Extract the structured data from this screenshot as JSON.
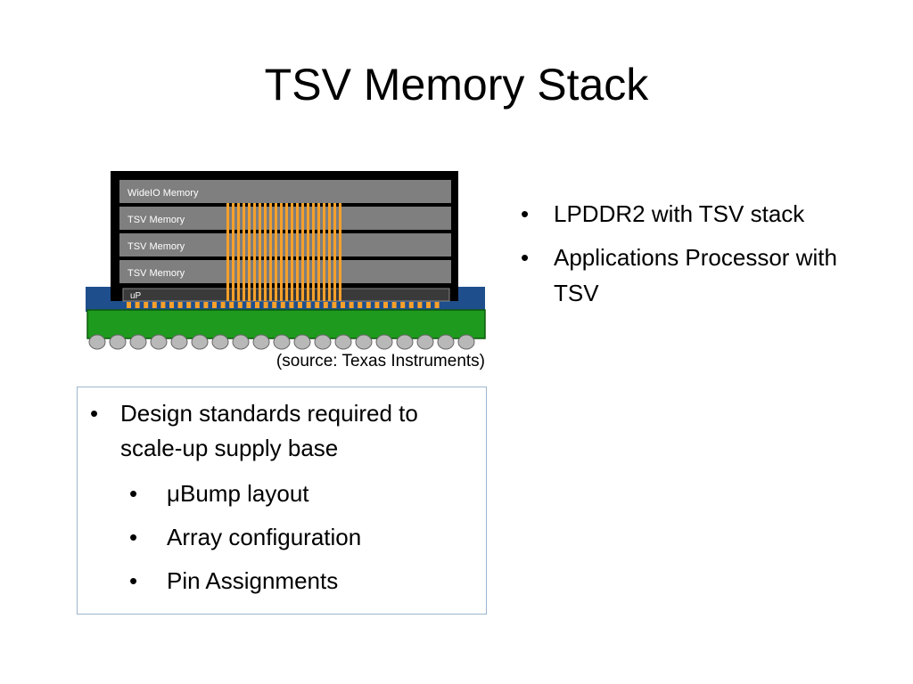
{
  "slide": {
    "title": "TSV Memory Stack",
    "source": "(source: Texas Instruments)",
    "bullet_glyph": "•"
  },
  "diagram": {
    "layers": [
      "WideIO Memory",
      "TSV Memory",
      "TSV Memory",
      "TSV Memory"
    ],
    "processor_label": "uP",
    "colors": {
      "frame": "#000000",
      "memory_layer": "#7f7f7f",
      "tsv": "#f5a02a",
      "mold": "#1f4e8c",
      "substrate": "#1e9a1e",
      "processor": "#3a3a3a",
      "solder_ball": "#b8b8b8"
    }
  },
  "right_bullets": [
    "LPDDR2 with TSV stack",
    "Applications Processor with TSV"
  ],
  "box": {
    "main_bullet": "Design standards required to scale-up supply base",
    "sub_bullets": [
      "μBump layout",
      "Array configuration",
      "Pin Assignments"
    ]
  }
}
